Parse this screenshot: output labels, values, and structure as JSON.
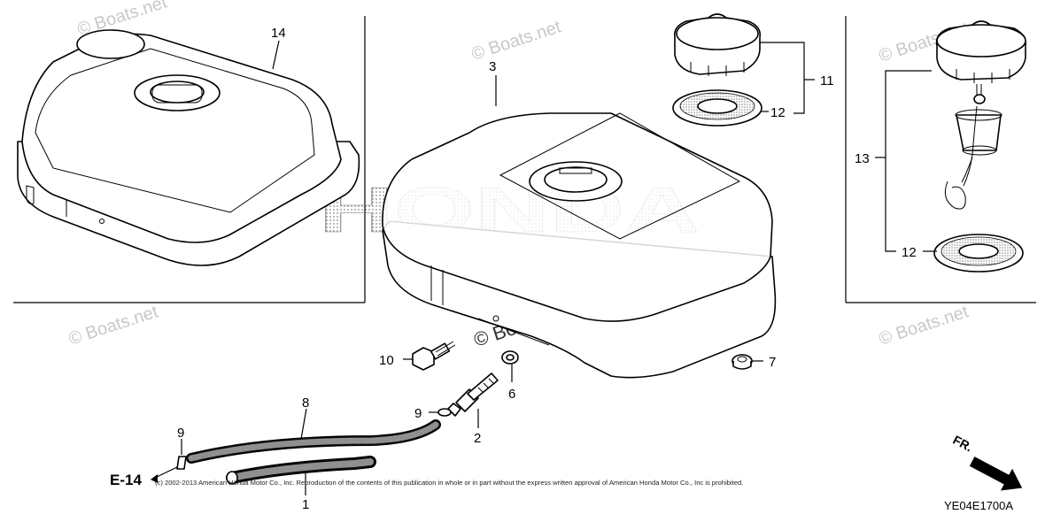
{
  "diagram": {
    "diagram_code": "YE04E1700A",
    "copyright": "(c) 2002-2013 American Honda Motor Co., Inc. Reproduction of the contents of this publication in whole or in part without the express written approval of American Honda Motor Co., Inc is prohibited.",
    "ref_label": "E-14",
    "direction_label": "FR.",
    "brand_watermark": "HONDA",
    "watermark": "© Boats.net",
    "callouts": {
      "c1": "1",
      "c2": "2",
      "c3": "3",
      "c6": "6",
      "c7": "7",
      "c8": "8",
      "c9a": "9",
      "c9b": "9",
      "c10": "10",
      "c11": "11",
      "c12a": "12",
      "c12b": "12",
      "c13": "13",
      "c14": "14"
    }
  }
}
